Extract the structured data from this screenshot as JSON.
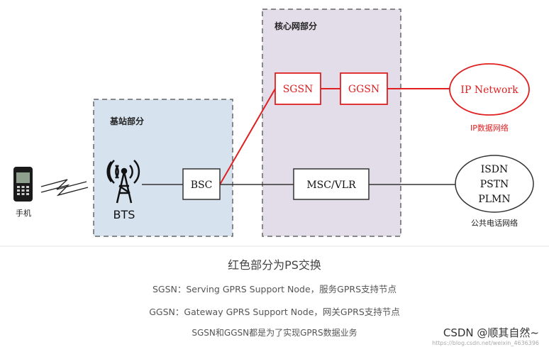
{
  "regions": {
    "base_station_label": "基站部分",
    "core_network_label": "核心网部分"
  },
  "nodes": {
    "phone_label": "手机",
    "bts_label": "BTS",
    "bsc_label": "BSC",
    "sgsn_label": "SGSN",
    "ggsn_label": "GGSN",
    "msc_vlr_label": "MSC/VLR",
    "ip_network_label": "IP Network",
    "ip_network_caption": "IP数据网络",
    "pstn_lines": [
      "ISDN",
      "PSTN",
      "PLMN"
    ],
    "pstn_caption": "公共电话网络"
  },
  "captions": {
    "title": "红色部分为PS交换",
    "line1": "SGSN：Serving GPRS Support Node，服务GPRS支持节点",
    "line2": "GGSN：Gateway GPRS Support Node，网关GPRS支持节点",
    "line3": "SGSN和GGSN都是为了实现GPRS数据业务"
  },
  "watermark": {
    "main": "CSDN @顺其自然~",
    "sub": "https://blog.csdn.net/weixin_4636396"
  },
  "colors": {
    "ps_red": "#e02020",
    "base_region_fill": "#d6e3ef",
    "core_region_fill": "#e3dce9",
    "line_dark": "#333333"
  }
}
